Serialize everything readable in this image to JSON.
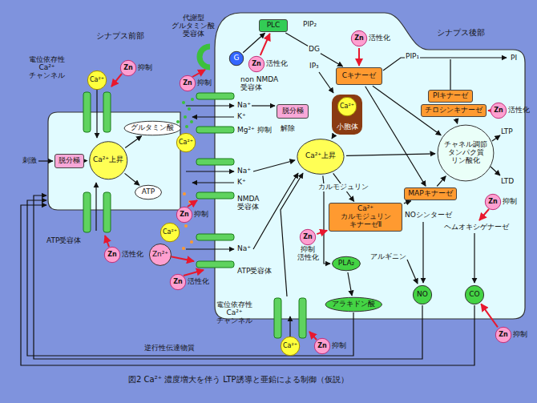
{
  "diagram": {
    "caption": "図2 Ca²⁺ 濃度増大を伴う LTP誘導と亜鉛による制御（仮説）",
    "nodes": [
      {
        "text": [
          "シナプス前部"
        ]
      },
      {
        "text": [
          "シナプス後部"
        ]
      },
      {
        "text": [
          "Ca²⁺"
        ]
      },
      {
        "text": [
          "Zn",
          "抑制"
        ]
      },
      {
        "text": [
          "Zn",
          "抑制"
        ]
      },
      {
        "text": [
          "PLC"
        ],
        "in": 1
      },
      {
        "text": [
          "Zn",
          "活性化"
        ],
        "in": 1
      },
      {
        "text": [
          "G"
        ],
        "in": 1
      },
      {
        "text": [
          "Zn",
          "活性化"
        ],
        "in": 1
      },
      {
        "text": [
          "Cキナーゼ"
        ],
        "in": 1
      },
      {
        "text": [
          "PIキナーゼ"
        ],
        "in": 1
      },
      {
        "text": [
          "チロシンキナーゼ"
        ],
        "in": 1
      },
      {
        "text": [
          "脱分極"
        ],
        "in": 1
      },
      {
        "text": [
          "小胞体"
        ],
        "in": 1
      },
      {
        "text": [
          "Ca²⁺"
        ],
        "in": 13
      },
      {
        "text": [
          "Zn",
          "活性化"
        ],
        "in": 1
      },
      {
        "text": [
          "脱分極"
        ],
        "in": 0
      },
      {
        "text": [
          "Ca²⁺上昇"
        ],
        "in": 0
      },
      {
        "text": [
          "グルタミン酸"
        ],
        "in": 0
      },
      {
        "text": [
          "ATP"
        ],
        "in": 0
      },
      {
        "text": [
          "Ca²⁺"
        ]
      },
      {
        "text": [
          "Ca²⁺上昇"
        ],
        "in": 1
      },
      {
        "text": [
          "チャネル調節 タンパク質 リン酸化"
        ],
        "in": 1
      },
      {
        "text": [
          "MAPキナーゼ"
        ],
        "in": 1
      },
      {
        "text": [
          "Zn",
          "抑制"
        ]
      },
      {
        "text": [
          "Zn",
          "抑制"
        ],
        "in": 1
      },
      {
        "text": [
          "Ca²⁺カルモジュリン キナーゼⅡ"
        ],
        "in": 1
      },
      {
        "text": [
          "Ca²⁺"
        ]
      },
      {
        "text": [
          "Zn",
          "抑制 活性化"
        ],
        "in": 1
      },
      {
        "text": [
          "Zn²⁺"
        ]
      },
      {
        "text": [
          "Zn",
          "活性化"
        ]
      },
      {
        "text": [
          "PLA₂"
        ],
        "in": 1
      },
      {
        "text": [
          "Zn",
          "活性化"
        ]
      },
      {
        "text": [
          "NO"
        ],
        "in": 1
      },
      {
        "text": [
          "CO"
        ],
        "in": 1
      },
      {
        "text": [
          "アラキドン酸"
        ],
        "in": 1
      },
      {
        "text": [
          "Ca²⁺"
        ]
      },
      {
        "text": [
          "Zn",
          "抑制"
        ]
      },
      {
        "text": [
          "Zn",
          "抑制"
        ]
      }
    ],
    "edges": [
      {
        "from": 16,
        "to": 17,
        "arrow": "to"
      },
      {
        "from": 17,
        "to": 18,
        "arrow": "to"
      },
      {
        "from": 17,
        "to": 19,
        "arrow": "to"
      },
      {
        "from": 7,
        "to": 5,
        "arrow": "to"
      },
      {
        "from": 5,
        "to": 9,
        "label": "DG",
        "arrow": "to"
      },
      {
        "from": 8,
        "to": 5,
        "arrow": "to"
      },
      {
        "from": 6,
        "to": 9,
        "arrow": "to"
      },
      {
        "from": 15,
        "to": 11,
        "arrow": "to"
      },
      {
        "from": 13,
        "to": 21,
        "arrow": "to"
      },
      {
        "from": 21,
        "to": 26,
        "label": "カルモジュリン",
        "arrow": "to"
      },
      {
        "from": 21,
        "to": 31,
        "arrow": "to"
      },
      {
        "from": 31,
        "to": 35,
        "arrow": "to"
      },
      {
        "from": 9,
        "to": 22,
        "arrow": "to"
      },
      {
        "from": 11,
        "to": 22,
        "arrow": "to"
      },
      {
        "from": 9,
        "to": 23,
        "arrow": "to"
      },
      {
        "from": 26,
        "to": 23,
        "arrow": "to"
      },
      {
        "from": 23,
        "to": 22,
        "arrow": "to"
      },
      {
        "from": 21,
        "to": 22,
        "arrow": "to"
      },
      {
        "from": 28,
        "to": 26,
        "arrow": "to"
      },
      {
        "from": 38,
        "to": 34,
        "arrow": "to"
      }
    ],
    "labels": [
      "電位依存性 Ca²⁺チャンネル",
      "代謝型 グルタミン酸 受容体",
      "刺激",
      "non NMDA 受容体",
      "Na⁺",
      "K⁺",
      "Mg²⁺ 抑制",
      "解除",
      "Na⁺",
      "K⁺",
      "NMDA 受容体",
      "Na⁺",
      "ATP受容体",
      "ATP受容体",
      "電位依存性 Ca²⁺チャンネル",
      "逆行性伝達物質",
      "PIP₂",
      "IP₃",
      "PIP₁",
      "PI",
      "LTP",
      "LTD",
      "NOシンターゼ",
      "ヘムオキシゲナーゼ",
      "アルギニン"
    ]
  }
}
